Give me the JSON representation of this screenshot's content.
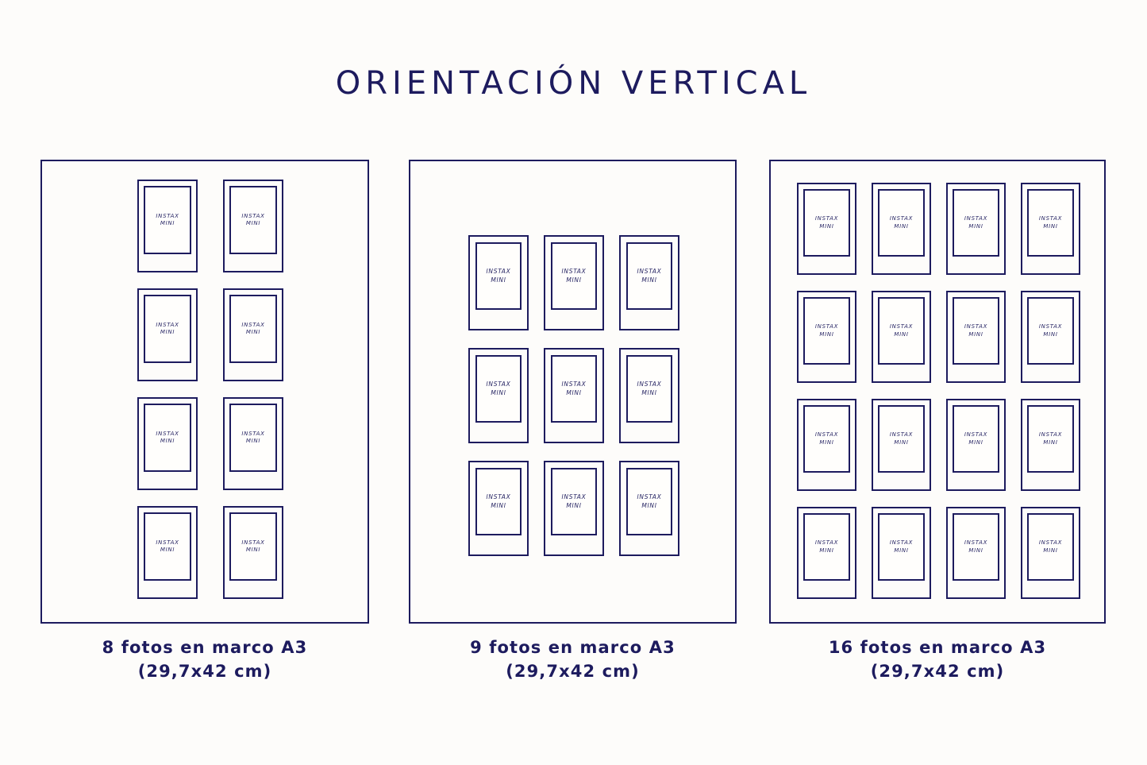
{
  "page": {
    "title": "ORIENTACIÓN VERTICAL",
    "background_color": "#fdfcfa",
    "ink_color": "#1d1b5e"
  },
  "photo": {
    "label_line1": "INSTAX",
    "label_line2": "MINI"
  },
  "panels": [
    {
      "id": "panel-8",
      "photo_count": 8,
      "columns": 2,
      "rows": 4,
      "caption_line1": "8 fotos en marco A3",
      "caption_line2": "(29,7x42 cm)",
      "frame_label": "marco A3",
      "frame_size": "29,7x42 cm"
    },
    {
      "id": "panel-9",
      "photo_count": 9,
      "columns": 3,
      "rows": 3,
      "caption_line1": "9 fotos en marco A3",
      "caption_line2": "(29,7x42 cm)",
      "frame_label": "marco A3",
      "frame_size": "29,7x42 cm"
    },
    {
      "id": "panel-16",
      "photo_count": 16,
      "columns": 4,
      "rows": 4,
      "caption_line1": "16 fotos en marco A3",
      "caption_line2": "(29,7x42 cm)",
      "frame_label": "marco A3",
      "frame_size": "29,7x42 cm"
    }
  ]
}
